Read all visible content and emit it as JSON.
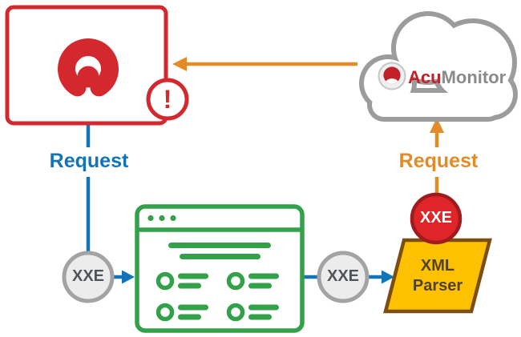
{
  "colors": {
    "red": "#d2282e",
    "blue": "#1274b8",
    "orange": "#e28b27",
    "green": "#33a04a",
    "gray": "#9c9c9c",
    "gold": "#fdc100",
    "brown": "#7d4e12",
    "brown_text": "#504232",
    "node_fill": "#ececec",
    "node_border": "#a3a3a3",
    "node_text": "#4e545a",
    "attack_red": "#e02529",
    "attack_border": "#9e1b1e",
    "brand_red": "#c22127",
    "brand_gray": "#8a8a8a"
  },
  "scanner": {
    "alert": "!"
  },
  "cloud": {
    "brand_primary": "Acu",
    "brand_secondary": "Monitor"
  },
  "flow": {
    "request_to_scanner": "Request",
    "request_to_monitor": "Request",
    "xxe_in": "XXE",
    "xxe_out": "XXE",
    "xxe_payload": "XXE",
    "parser_line1": "XML",
    "parser_line2": "Parser"
  }
}
